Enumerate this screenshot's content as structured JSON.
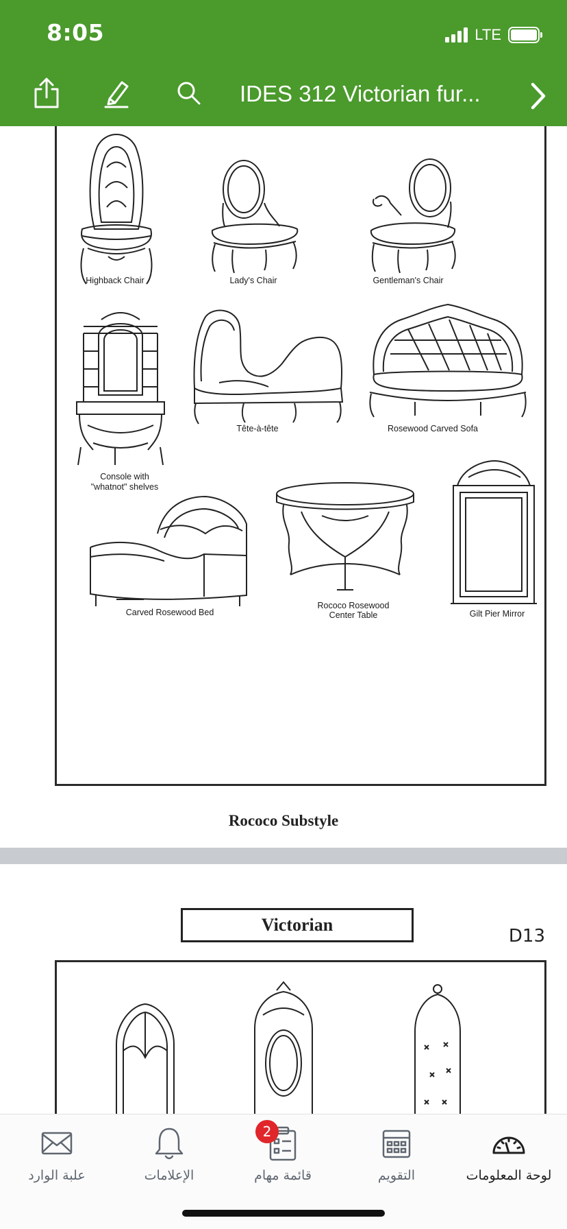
{
  "status_bar": {
    "time": "8:05",
    "network": "LTE",
    "signal_bars": 4,
    "battery_level": 1.0
  },
  "header": {
    "title": "IDES 312 Victorian fur...",
    "background_color": "#4a9a2c",
    "icons": [
      "share-icon",
      "highlighter-icon",
      "search-icon",
      "chevron-right-icon"
    ]
  },
  "document": {
    "page1": {
      "captions": {
        "highback_chair": "Highback Chair",
        "ladys_chair": "Lady's Chair",
        "gentlemans_chair": "Gentleman's Chair",
        "console_line1": "Console with",
        "console_line2": "\"whatnot\" shelves",
        "tete_a_tete": "Tête-à-tête",
        "rosewood_sofa": "Rosewood Carved Sofa",
        "carved_bed": "Carved Rosewood Bed",
        "center_table_line1": "Rococo Rosewood",
        "center_table_line2": "Center Table",
        "pier_mirror": "Gilt Pier Mirror"
      },
      "footer_title": "Rococo Substyle"
    },
    "page2": {
      "heading": "Victorian",
      "page_code": "D13"
    }
  },
  "tabbar": {
    "tabs": [
      {
        "label": "علبة الوارد",
        "icon": "envelope-icon",
        "active": false
      },
      {
        "label": "الإعلامات",
        "icon": "bell-icon",
        "active": false
      },
      {
        "label": "قائمة مهام",
        "icon": "clipboard-icon",
        "active": false,
        "badge": "2"
      },
      {
        "label": "التقويم",
        "icon": "calendar-icon",
        "active": false
      },
      {
        "label": "لوحة المعلومات",
        "icon": "dashboard-gauge-icon",
        "active": true
      }
    ],
    "badge_color": "#e0262b"
  }
}
